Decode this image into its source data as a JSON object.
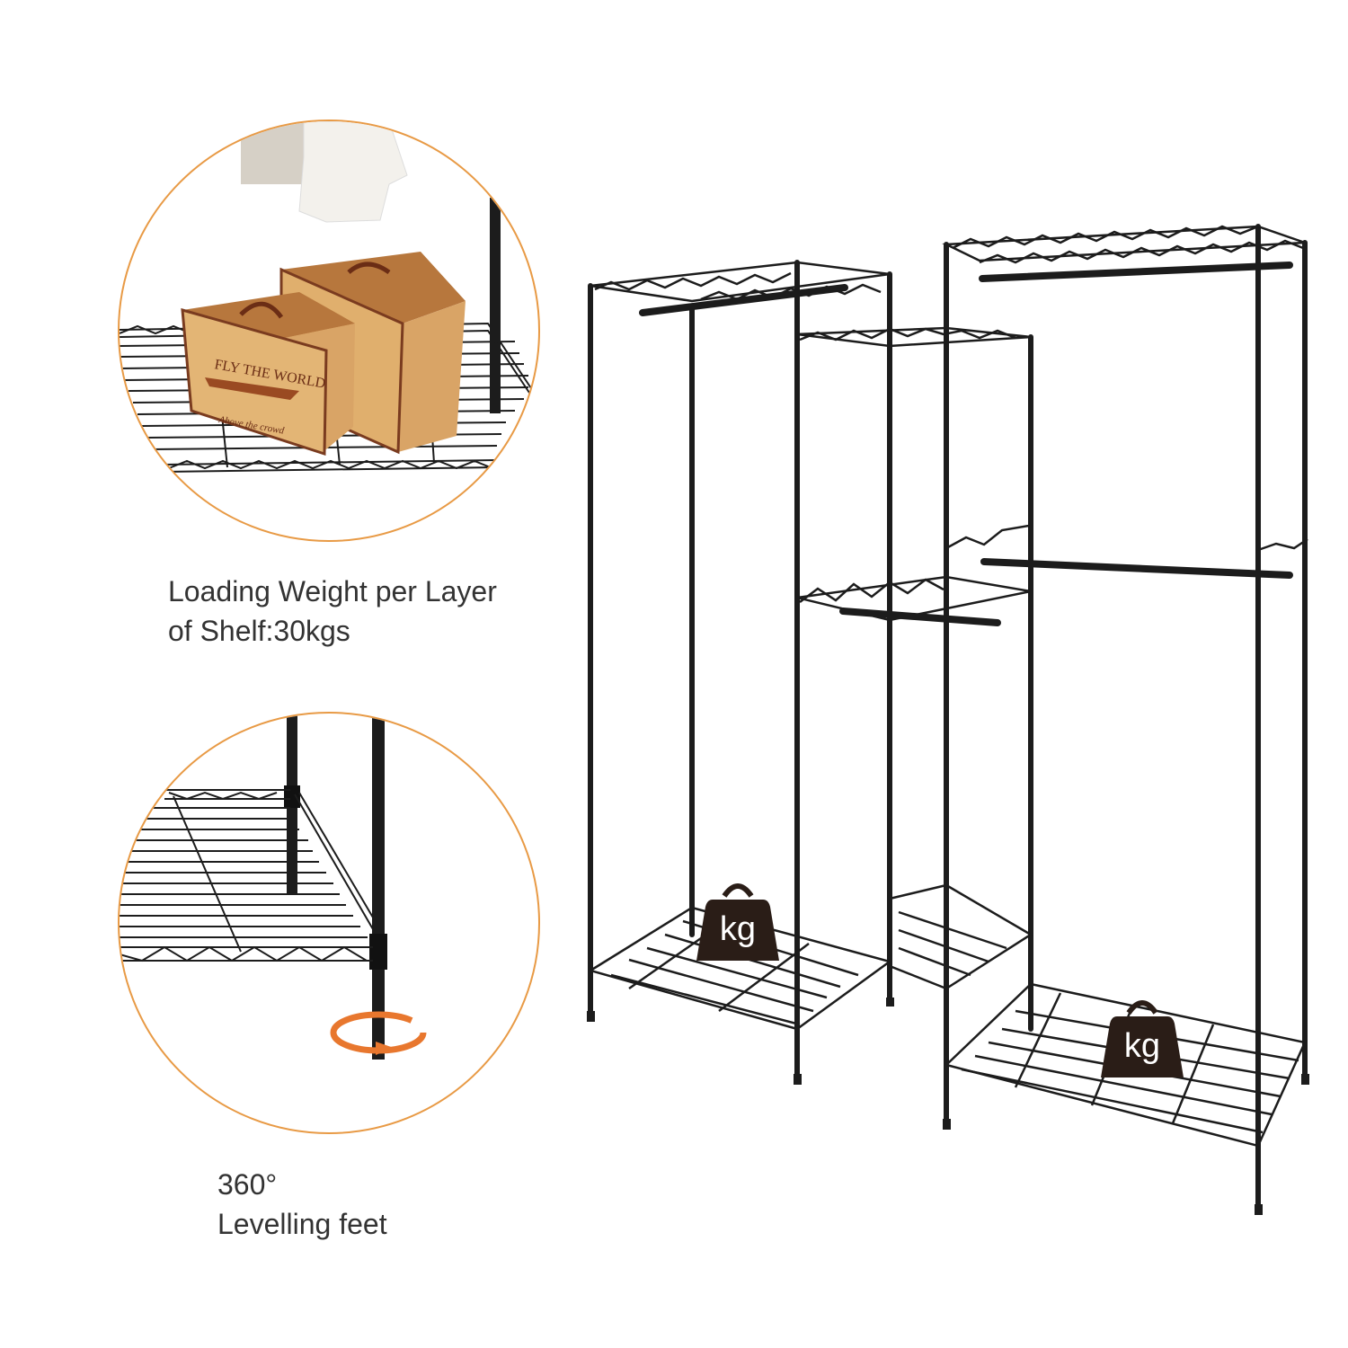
{
  "features": [
    {
      "caption_lines": [
        "Loading Weight per Layer",
        "of Shelf:30kgs"
      ],
      "illustration": "suitcases-on-wire-shelf",
      "suitcase_text": "FLY THE WORLD",
      "suitcase_subtext": "Above the crowd"
    },
    {
      "caption_lines": [
        "360°",
        "Levelling feet"
      ],
      "illustration": "levelling-foot-rotation"
    }
  ],
  "product": {
    "name": "wire-garment-rack",
    "color": "#1c1c1c"
  },
  "badges": [
    {
      "label": "kg",
      "icon": "weight-icon"
    },
    {
      "label": "kg",
      "icon": "weight-icon"
    }
  ],
  "colors": {
    "accent": "#e89a45",
    "arrow": "#e8772e",
    "text": "#333333",
    "metal": "#1c1c1c",
    "suitcase": "#c98a4a"
  }
}
